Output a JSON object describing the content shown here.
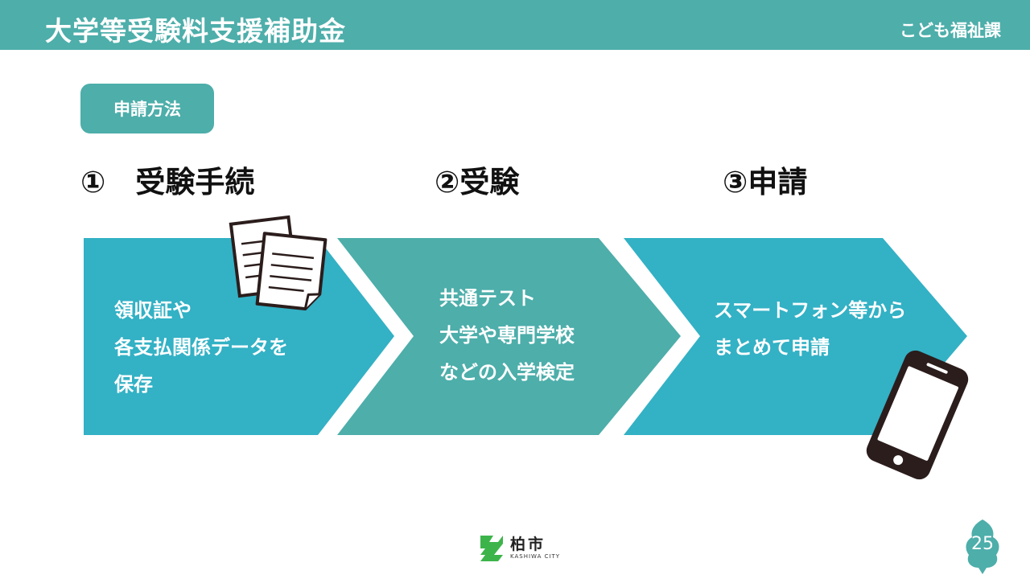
{
  "header": {
    "title": "大学等受験料支援補助金",
    "department": "こども福祉課"
  },
  "method_label": "申請方法",
  "steps": [
    {
      "heading": "①　受験手続",
      "lines": [
        "領収証や",
        "各支払関係データを",
        "保存"
      ]
    },
    {
      "heading": "②受験",
      "lines": [
        "共通テスト",
        "大学や専門学校",
        "などの入学検定"
      ]
    },
    {
      "heading": "③申請",
      "lines": [
        "スマートフォン等から",
        "まとめて申請"
      ]
    }
  ],
  "footer": {
    "logo_kanji": "柏市",
    "logo_roman": "KASHIWA CITY",
    "page_number": "25"
  },
  "colors": {
    "header": "#4DAEAA",
    "arrow_blue": "#33B1C5",
    "arrow_teal": "#4DAEAA",
    "logo_green": "#3CB44A"
  }
}
